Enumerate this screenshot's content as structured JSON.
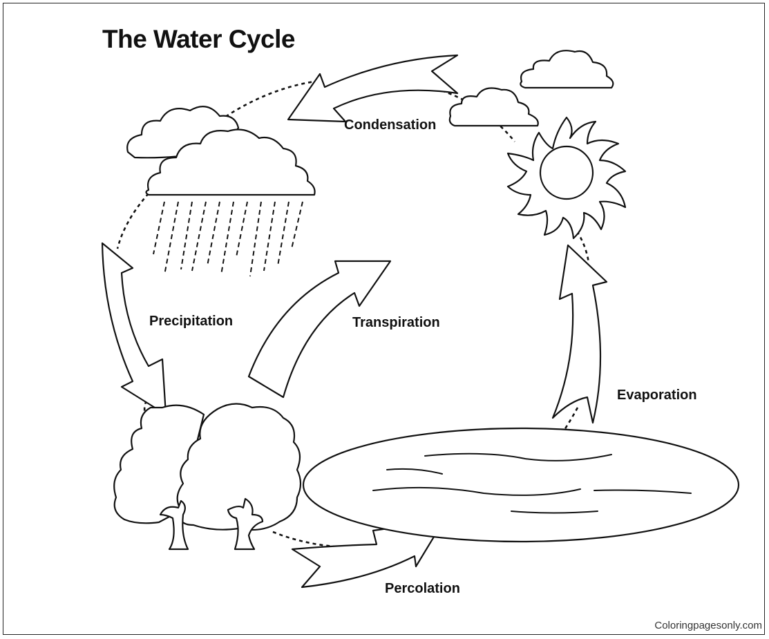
{
  "title": "The Water Cycle",
  "labels": {
    "condensation": "Condensation",
    "precipitation": "Precipitation",
    "transpiration": "Transpiration",
    "evaporation": "Evaporation",
    "percolation": "Percolation"
  },
  "watermark": "Coloringpagesonly.com",
  "colors": {
    "line": "#111111",
    "background": "#ffffff"
  }
}
